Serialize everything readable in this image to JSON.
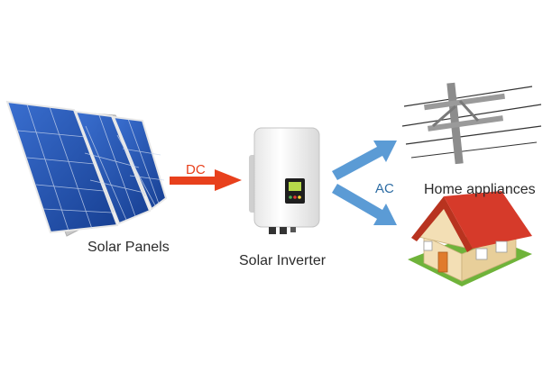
{
  "labels": {
    "solar_panels": "Solar Panels",
    "solar_inverter": "Solar Inverter",
    "dc": "DC",
    "ac": "AC",
    "home_appliances": "Home appliances"
  },
  "colors": {
    "dc_arrow": "#e8401c",
    "ac_arrow": "#5b9bd5",
    "panel_cell": "#1f4fa8",
    "roof": "#d63a2a",
    "house_wall": "#f3dfb5",
    "grass": "#6fb33a"
  },
  "icons": [
    "solar-panel-icon",
    "inverter-icon",
    "power-pole-icon",
    "house-icon"
  ]
}
